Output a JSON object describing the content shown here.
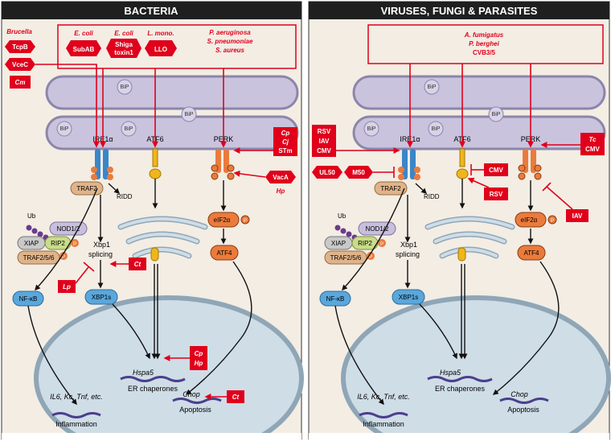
{
  "colors": {
    "bg": "#f3ede4",
    "header": "#1f1f1f",
    "red": "#e0001b",
    "er": "#c9c3de",
    "er_stroke": "#8c86aa",
    "nucleus": "#cfdde7",
    "nucleus_stroke": "#8fa6b6",
    "ire": "#3a86c8",
    "atf6": "#f1b51c",
    "perk": "#ea7b3c",
    "blue_node": "#5aa7dc",
    "tan": "#e0b48a",
    "purple": "#c7bfdc",
    "green": "#c9dc8a",
    "grey": "#c9c9c9"
  },
  "bacteria": {
    "title": "BACTERIA",
    "pathogens": {
      "col1": [
        "E. coli"
      ],
      "col2": [
        "E. coli"
      ],
      "col3": [
        "L. mono."
      ],
      "col4": [
        "P. aeruginosa",
        "S. pneumoniae",
        "S. aureus"
      ]
    },
    "toxins": {
      "subab": "SubAB",
      "shiga1": "Shiga",
      "shiga2": "toxin1",
      "llo": "LLO"
    },
    "brucella": "Brucella",
    "tcpb": "TcpB",
    "vcec": "VceC",
    "cm": "Cm",
    "cp": "Cp",
    "cj": "Cj",
    "stm": "STm",
    "vaca": "VacA",
    "hp": "Hp",
    "ct": "Ct",
    "lp": "Lp",
    "cp2": "Cp",
    "hp2": "Hp",
    "ct2": "Ct"
  },
  "viruses": {
    "title": "VIRUSES, FUNGI & PARASITES",
    "pathogens": [
      "A. fumigatus",
      "P. berghei",
      "CVB3/5"
    ],
    "rsv": "RSV",
    "iav": "IAV",
    "cmv": "CMV",
    "tc": "Tc",
    "cmv2": "CMV",
    "ul50": "UL50",
    "m50": "M50",
    "cmv3": "CMV",
    "rsv2": "RSV",
    "iav2": "IAV"
  },
  "labels": {
    "bip": "BiP",
    "ire1": "IRE1α",
    "atf6": "ATF6",
    "perk": "PERK",
    "traf2": "TRAF2",
    "ridd": "RIDD",
    "ub": "Ub",
    "nod": "NOD1/2",
    "xiap": "XIAP",
    "rip2": "RIP2",
    "traf256": "TRAF2/5/6",
    "xbp1": "Xbp1",
    "splicing": "splicing",
    "xbp1s": "XBP1s",
    "nfkb": "NF-κB",
    "eif2a": "eIF2α",
    "atf4": "ATF4",
    "p": "P",
    "hspa5": "Hspa5",
    "er_chap": "ER chaperones",
    "chop": "Chop",
    "apoptosis": "Apoptosis",
    "il6": "IL6, Kc, Tnf, etc.",
    "inflammation": "Inflammation"
  }
}
